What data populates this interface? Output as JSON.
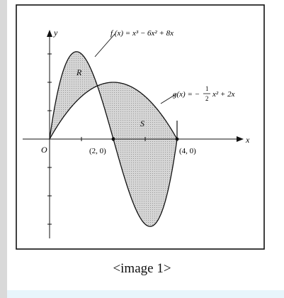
{
  "figure": {
    "labels": {
      "y_axis": "y",
      "x_axis": "x",
      "origin": "O",
      "point_a": "(2, 0)",
      "point_b": "(4, 0)",
      "region_r": "R",
      "region_s": "S",
      "f_name": "f (x) = x³ − 6x² + 8x",
      "g_prefix": "g(x) = −",
      "g_num": "1",
      "g_den": "2",
      "g_suffix": "x² + 2x"
    },
    "curves": {
      "f": "x^3 - 6x^2 + 8x",
      "g": "-(1/2)x^2 + 2x"
    },
    "colors": {
      "shade": "#d3d3d3",
      "ink": "#111111"
    }
  },
  "caption": "<image 1>"
}
